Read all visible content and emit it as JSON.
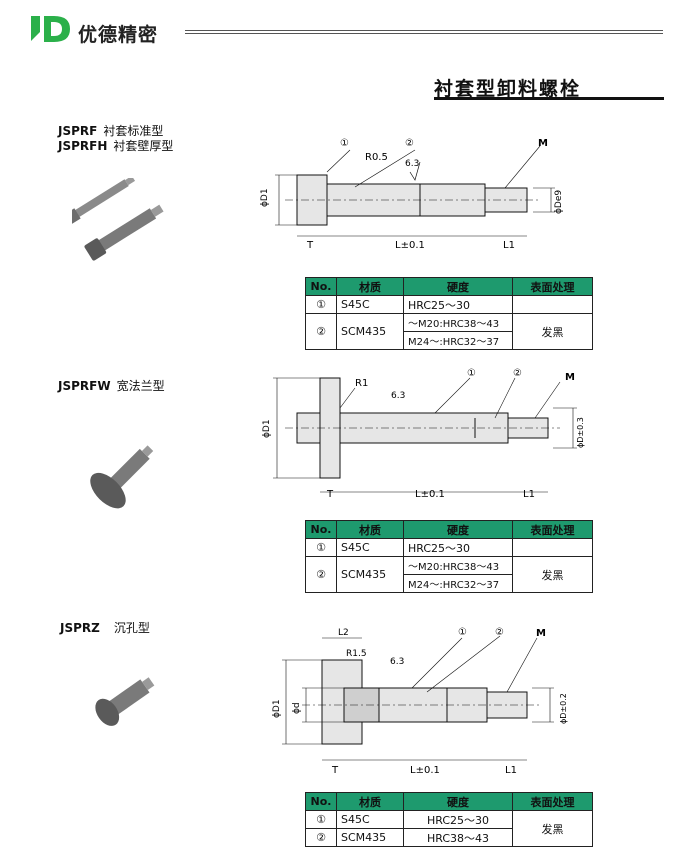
{
  "header": {
    "brand_logo": "JD",
    "brand_name": "优德精密"
  },
  "page_title": "衬套型卸料螺栓",
  "sections": [
    {
      "code1": "JSPRF",
      "name1": "衬套标准型",
      "code2": "JSPRFH",
      "name2": "衬套壁厚型",
      "drawing": {
        "c1": "①",
        "c2": "②",
        "m": "M",
        "r": "R0.5",
        "rough": "6.3",
        "d1": "ϕD1",
        "de": "ϕDe9",
        "t": "T",
        "l": "L±0.1",
        "l1": "L1"
      },
      "table": {
        "headers": [
          "No.",
          "材质",
          "硬度",
          "表面处理"
        ],
        "rows": [
          {
            "no": "①",
            "material": "S45C",
            "hardness": "HRC25～30",
            "hardness2": "",
            "surface": ""
          },
          {
            "no": "②",
            "material": "SCM435",
            "hardness": "～M20:HRC38～43",
            "hardness2": "M24～:HRC32～37",
            "surface": "发黑"
          }
        ]
      }
    },
    {
      "code1": "JSPRFW",
      "name1": "宽法兰型",
      "drawing": {
        "c1": "①",
        "c2": "②",
        "m": "M",
        "r": "R1",
        "rough": "6.3",
        "d1": "ϕD1",
        "de": "ϕD±0.3",
        "t": "T",
        "l": "L±0.1",
        "l1": "L1"
      },
      "table": {
        "headers": [
          "No.",
          "材质",
          "硬度",
          "表面处理"
        ],
        "rows": [
          {
            "no": "①",
            "material": "S45C",
            "hardness": "HRC25～30",
            "hardness2": "",
            "surface": ""
          },
          {
            "no": "②",
            "material": "SCM435",
            "hardness": "～M20:HRC38～43",
            "hardness2": "M24～:HRC32～37",
            "surface": "发黑"
          }
        ]
      }
    },
    {
      "code1": "JSPRZ",
      "name1": "沉孔型",
      "drawing": {
        "c1": "①",
        "c2": "②",
        "m": "M",
        "r": "R1.5",
        "rough": "6.3",
        "d1": "ϕD1",
        "d": "ϕd",
        "de": "ϕD±0.2",
        "t": "T",
        "l": "L±0.1",
        "l1": "L1",
        "l2": "L2"
      },
      "table": {
        "headers": [
          "No.",
          "材质",
          "硬度",
          "表面处理"
        ],
        "rows": [
          {
            "no": "①",
            "material": "S45C",
            "hardness": "HRC25～30",
            "surface": ""
          },
          {
            "no": "②",
            "material": "SCM435",
            "hardness": "HRC38～43",
            "surface": "发黑"
          }
        ]
      }
    }
  ],
  "colors": {
    "table_header": "#1e9a6e",
    "logo": "#2bb04a"
  }
}
